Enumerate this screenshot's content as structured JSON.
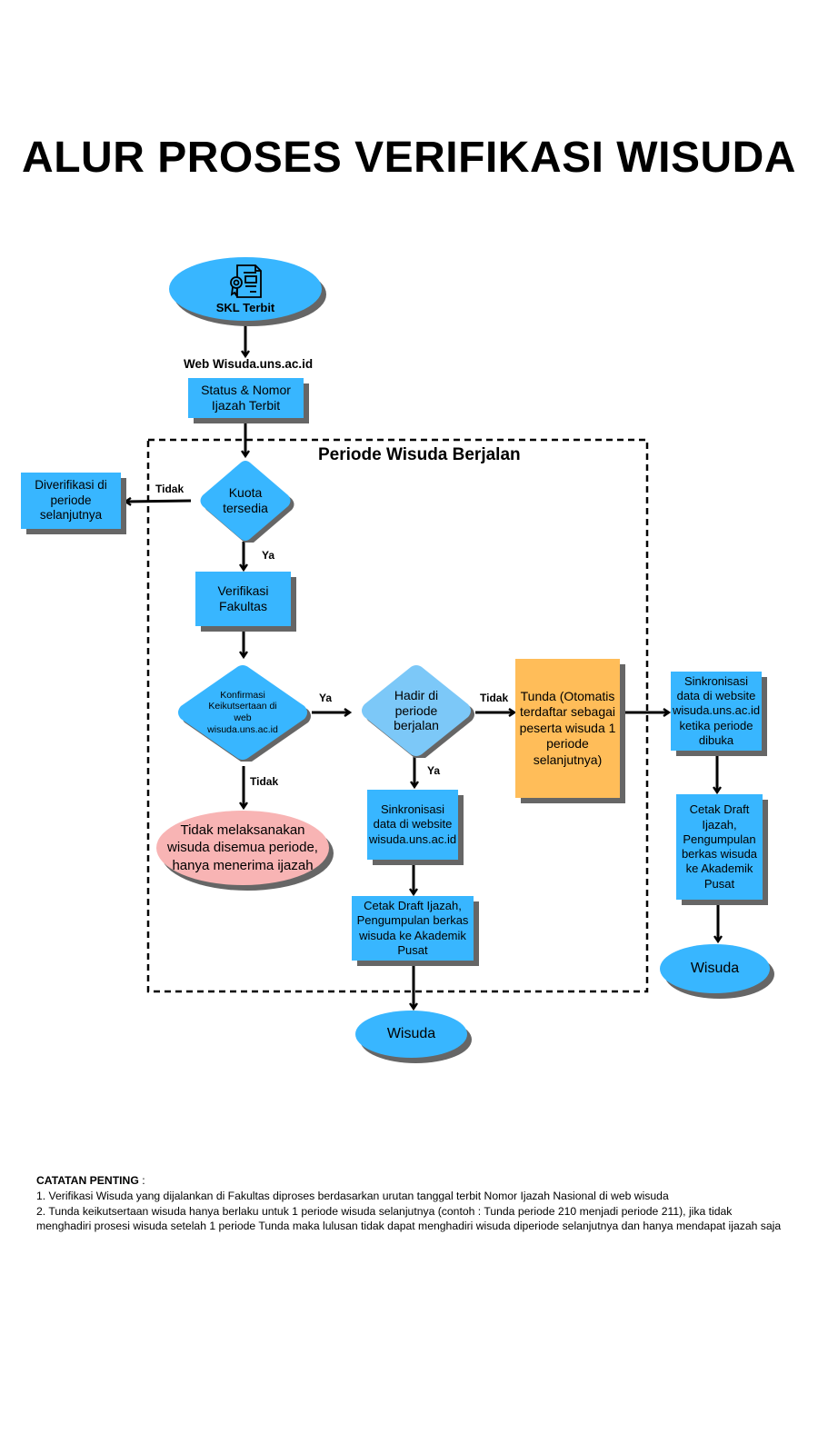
{
  "title": "ALUR PROSES VERIFIKASI WISUDA",
  "period_label": "Periode Wisuda Berjalan",
  "web_label": "Web Wisuda.uns.ac.id",
  "nodes": {
    "skl": "SKL Terbit",
    "status": "Status & Nomor Ijazah Terbit",
    "kuota": "Kuota tersedia",
    "diverifikasi": "Diverifikasi di periode selanjutnya",
    "verifikasi_fakultas": "Verifikasi Fakultas",
    "konfirmasi": "Konfirmasi Keikutsertaan di web wisuda.uns.ac.id",
    "hadir": "Hadir di periode berjalan",
    "tunda": "Tunda (Otomatis terdaftar sebagai peserta wisuda 1 periode selanjutnya)",
    "tidak_melaksanakan": "Tidak melaksanakan wisuda disemua periode, hanya menerima ijazah",
    "sinkron_mid": "Sinkronisasi data di website wisuda.uns.ac.id",
    "cetak_mid": "Cetak Draft Ijazah, Pengumpulan berkas wisuda ke Akademik Pusat",
    "wisuda_mid": "Wisuda",
    "sinkron_right": "Sinkronisasi data di website wisuda.uns.ac.id ketika periode dibuka",
    "cetak_right": "Cetak Draft Ijazah, Pengumpulan berkas wisuda ke Akademik Pusat",
    "wisuda_right": "Wisuda"
  },
  "edge_labels": {
    "kuota_tidak": "Tidak",
    "kuota_ya": "Ya",
    "konfirmasi_ya": "Ya",
    "konfirmasi_tidak": "Tidak",
    "hadir_tidak": "Tidak",
    "hadir_ya": "Ya"
  },
  "notes": {
    "heading": "CATATAN PENTING",
    "heading_suffix": " :",
    "items": [
      "1. Verifikasi Wisuda yang dijalankan di Fakultas diproses berdasarkan urutan tanggal terbit Nomor Ijazah Nasional di web wisuda",
      "2. Tunda keikutsertaan wisuda hanya berlaku untuk 1 periode wisuda selanjutnya (contoh : Tunda periode 210 menjadi periode 211), jika tidak menghadiri prosesi wisuda setelah 1 periode Tunda maka lulusan tidak dapat menghadiri wisuda diperiode selanjutnya dan hanya mendapat ijazah saja"
    ]
  },
  "colors": {
    "blue": "#38b6ff",
    "light_blue": "#7cc8f8",
    "orange": "#ffbd59",
    "pink": "#f8b4b4",
    "shadow": "#666666"
  },
  "icons": {
    "skl": "certificate-document-icon"
  }
}
